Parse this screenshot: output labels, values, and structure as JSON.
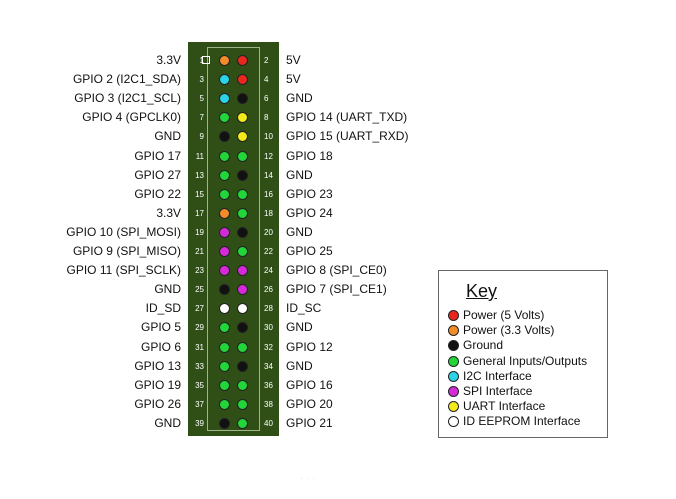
{
  "pins": [
    {
      "num": 1,
      "label": "3.3V",
      "color": "#f28c28"
    },
    {
      "num": 2,
      "label": "5V",
      "color": "#e8281e"
    },
    {
      "num": 3,
      "label": "GPIO 2 (I2C1_SDA)",
      "color": "#2ad4e6"
    },
    {
      "num": 4,
      "label": "5V",
      "color": "#e8281e"
    },
    {
      "num": 5,
      "label": "GPIO 3 (I2C1_SCL)",
      "color": "#2ad4e6"
    },
    {
      "num": 6,
      "label": "GND",
      "color": "#111111"
    },
    {
      "num": 7,
      "label": "GPIO 4 (GPCLK0)",
      "color": "#22d63a"
    },
    {
      "num": 8,
      "label": "GPIO 14 (UART_TXD)",
      "color": "#f2ea1a"
    },
    {
      "num": 9,
      "label": "GND",
      "color": "#111111"
    },
    {
      "num": 10,
      "label": "GPIO 15 (UART_RXD)",
      "color": "#f2ea1a"
    },
    {
      "num": 11,
      "label": "GPIO 17",
      "color": "#22d63a"
    },
    {
      "num": 12,
      "label": "GPIO 18",
      "color": "#22d63a"
    },
    {
      "num": 13,
      "label": "GPIO 27",
      "color": "#22d63a"
    },
    {
      "num": 14,
      "label": "GND",
      "color": "#111111"
    },
    {
      "num": 15,
      "label": "GPIO 22",
      "color": "#22d63a"
    },
    {
      "num": 16,
      "label": "GPIO 23",
      "color": "#22d63a"
    },
    {
      "num": 17,
      "label": "3.3V",
      "color": "#f28c28"
    },
    {
      "num": 18,
      "label": "GPIO 24",
      "color": "#22d63a"
    },
    {
      "num": 19,
      "label": "GPIO 10 (SPI_MOSI)",
      "color": "#d42ad8"
    },
    {
      "num": 20,
      "label": "GND",
      "color": "#111111"
    },
    {
      "num": 21,
      "label": "GPIO 9 (SPI_MISO)",
      "color": "#d42ad8"
    },
    {
      "num": 22,
      "label": "GPIO 25",
      "color": "#22d63a"
    },
    {
      "num": 23,
      "label": "GPIO 11 (SPI_SCLK)",
      "color": "#d42ad8"
    },
    {
      "num": 24,
      "label": "GPIO 8 (SPI_CE0)",
      "color": "#d42ad8"
    },
    {
      "num": 25,
      "label": "GND",
      "color": "#111111"
    },
    {
      "num": 26,
      "label": "GPIO 7 (SPI_CE1)",
      "color": "#d42ad8"
    },
    {
      "num": 27,
      "label": "ID_SD",
      "color": "#ffffff"
    },
    {
      "num": 28,
      "label": "ID_SC",
      "color": "#ffffff"
    },
    {
      "num": 29,
      "label": "GPIO 5",
      "color": "#22d63a"
    },
    {
      "num": 30,
      "label": "GND",
      "color": "#111111"
    },
    {
      "num": 31,
      "label": "GPIO 6",
      "color": "#22d63a"
    },
    {
      "num": 32,
      "label": "GPIO 12",
      "color": "#22d63a"
    },
    {
      "num": 33,
      "label": "GPIO 13",
      "color": "#22d63a"
    },
    {
      "num": 34,
      "label": "GND",
      "color": "#111111"
    },
    {
      "num": 35,
      "label": "GPIO 19",
      "color": "#22d63a"
    },
    {
      "num": 36,
      "label": "GPIO 16",
      "color": "#22d63a"
    },
    {
      "num": 37,
      "label": "GPIO 26",
      "color": "#22d63a"
    },
    {
      "num": 38,
      "label": "GPIO 20",
      "color": "#22d63a"
    },
    {
      "num": 39,
      "label": "GND",
      "color": "#111111"
    },
    {
      "num": 40,
      "label": "GPIO 21",
      "color": "#22d63a"
    }
  ],
  "key": {
    "title": "Key",
    "items": [
      {
        "label": "Power (5 Volts)",
        "color": "#e8281e"
      },
      {
        "label": "Power (3.3 Volts)",
        "color": "#f28c28"
      },
      {
        "label": "Ground",
        "color": "#111111"
      },
      {
        "label": "General Inputs/Outputs",
        "color": "#22d63a"
      },
      {
        "label": "I2C Interface",
        "color": "#2ad4e6"
      },
      {
        "label": "SPI Interface",
        "color": "#d42ad8"
      },
      {
        "label": "UART Interface",
        "color": "#f2ea1a"
      },
      {
        "label": "ID EEPROM Interface",
        "color": "#ffffff"
      }
    ]
  }
}
